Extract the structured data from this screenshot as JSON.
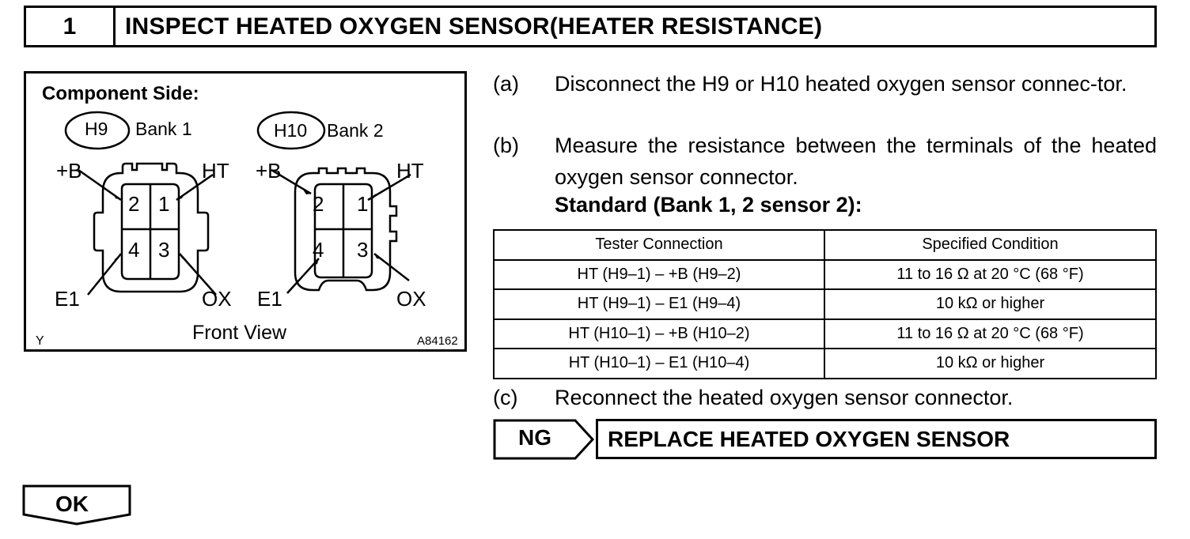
{
  "step": {
    "number": "1",
    "title": "INSPECT HEATED OXYGEN SENSOR(HEATER RESISTANCE)"
  },
  "illustration": {
    "component_side": "Component Side:",
    "connector_left": {
      "id": "H9",
      "bank": "Bank 1"
    },
    "connector_right": {
      "id": "H10",
      "bank": "Bank 2"
    },
    "pins": {
      "p1": "1",
      "p2": "2",
      "p3": "3",
      "p4": "4"
    },
    "terminals": {
      "plus_b": "+B",
      "ht": "HT",
      "e1": "E1",
      "ox": "OX"
    },
    "front_view": "Front View",
    "corner_code": "Y",
    "figure_code": "A84162"
  },
  "instructions": {
    "a_letter": "(a)",
    "a_text": "Disconnect the H9 or H10 heated oxygen sensor connec-tor.",
    "b_letter": "(b)",
    "b_text": "Measure the resistance between the terminals of the heated oxygen sensor connector.",
    "standard_label": "Standard (Bank 1, 2 sensor 2):",
    "c_letter": "(c)",
    "c_text": "Reconnect the heated oxygen sensor connector."
  },
  "table": {
    "headers": [
      "Tester Connection",
      "Specified Condition"
    ],
    "rows": [
      [
        "HT (H9–1) – +B (H9–2)",
        "11 to 16 Ω at 20 °C (68 °F)"
      ],
      [
        "HT (H9–1) – E1 (H9–4)",
        "10 kΩ or higher"
      ],
      [
        "HT (H10–1) – +B (H10–2)",
        "11 to 16 Ω at 20 °C (68 °F)"
      ],
      [
        "HT (H10–1) – E1 (H10–4)",
        "10 kΩ or higher"
      ]
    ]
  },
  "ng": {
    "label": "NG",
    "action": "REPLACE HEATED OXYGEN SENSOR"
  },
  "ok": {
    "label": "OK"
  }
}
